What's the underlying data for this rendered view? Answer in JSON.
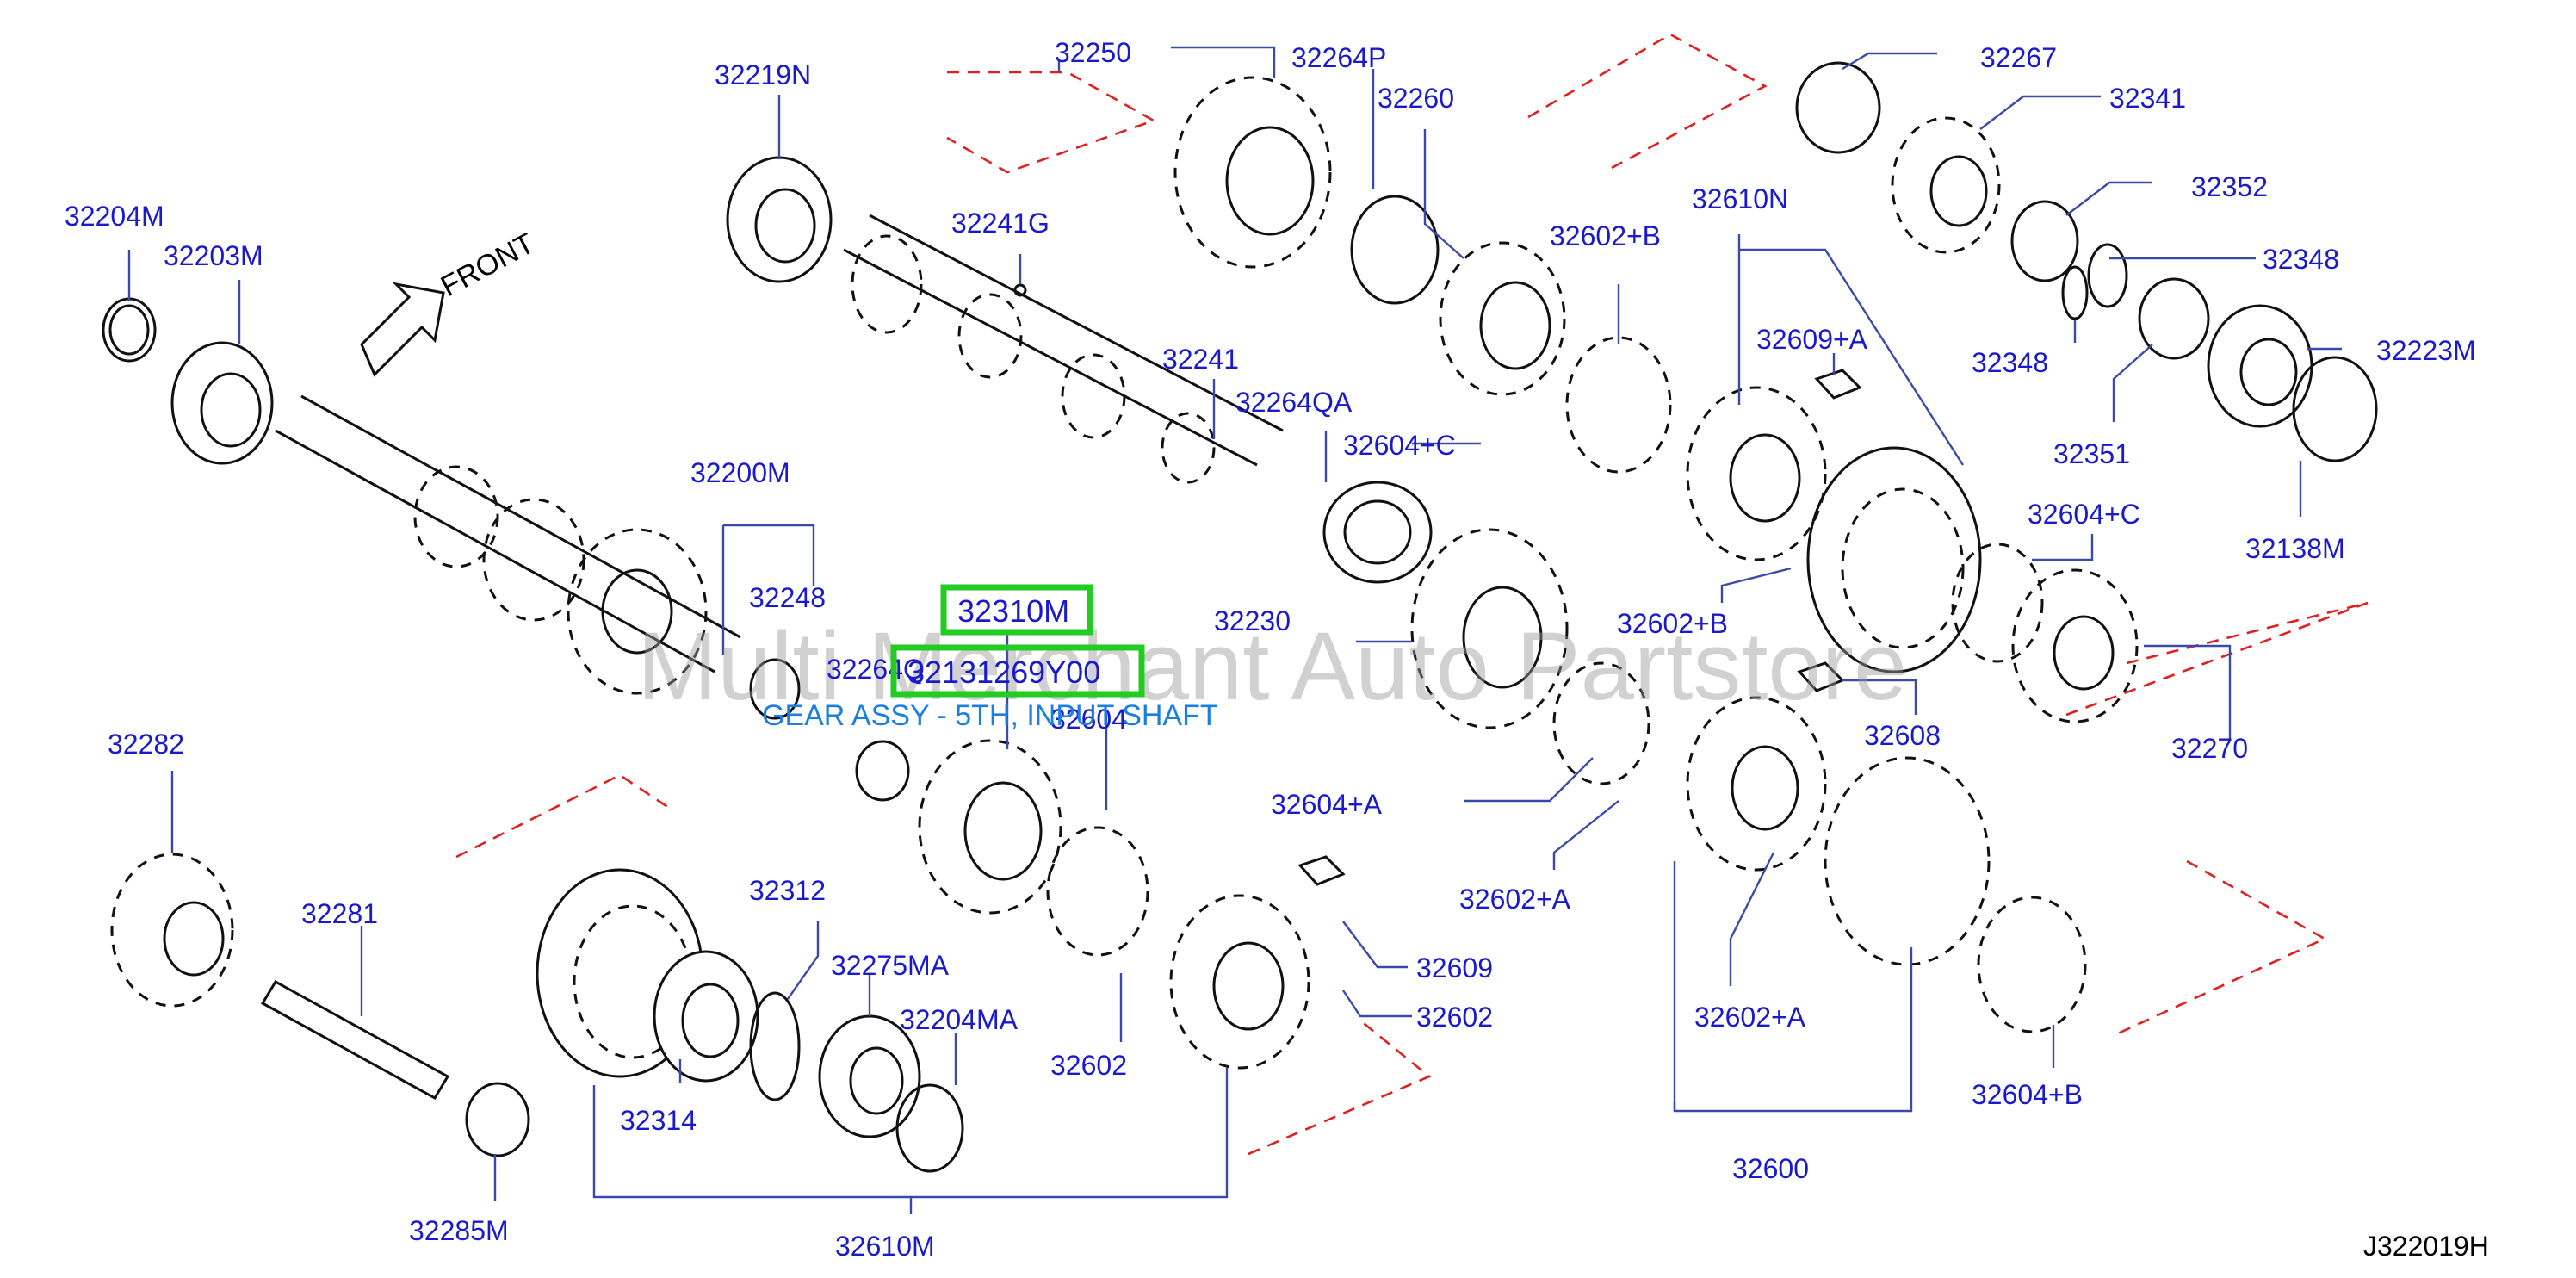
{
  "diagram_id": "J322019H",
  "front_label": "FRONT",
  "watermark": "Multi Merchant Auto Partstore",
  "highlight": {
    "part_label": "32310M",
    "part_number": "32131269Y00",
    "description": "GEAR ASSY - 5TH, INPUT SHAFT"
  },
  "labels": {
    "p32219N": "32219N",
    "p32250": "32250",
    "p32264P": "32264P",
    "p32267": "32267",
    "p32341": "32341",
    "p32260": "32260",
    "p32352": "32352",
    "p32204M": "32204M",
    "p32203M": "32203M",
    "p32241G": "32241G",
    "p32602B1": "32602+B",
    "p32610N": "32610N",
    "p32348a": "32348",
    "p32348b": "32348",
    "p32223M": "32223M",
    "p32241": "32241",
    "p32609A": "32609+A",
    "p32264QA": "32264QA",
    "p32351": "32351",
    "p32604C1": "32604+C",
    "p32200M": "32200M",
    "p32138M": "32138M",
    "p32604C2": "32604+C",
    "p32248": "32248",
    "p32230": "32230",
    "p32602B2": "32602+B",
    "p32264Q": "32264Q",
    "p32604": "32604",
    "p32608": "32608",
    "p32270": "32270",
    "p32282": "32282",
    "p32604A": "32604+A",
    "p32312": "32312",
    "p32602A1": "32602+A",
    "p32281": "32281",
    "p32275MA": "32275MA",
    "p32609": "32609",
    "p32204MA": "32204MA",
    "p32602a": "32602",
    "p32602b": "32602",
    "p32602A2": "32602+A",
    "p32604B": "32604+B",
    "p32314": "32314",
    "p32600": "32600",
    "p32285M": "32285M",
    "p32610M": "32610M"
  }
}
